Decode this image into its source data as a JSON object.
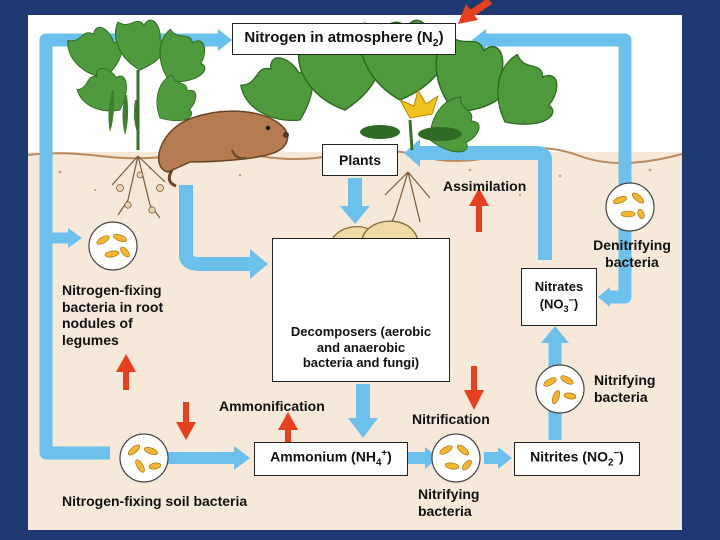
{
  "boxes": {
    "atmosphere": {
      "text": "Nitrogen in atmosphere (N",
      "sub": "2",
      "close": ")"
    },
    "plants": {
      "text": "Plants"
    },
    "decomposers": {
      "line1": "Decomposers (aerobic",
      "line2": "and anaerobic",
      "line3": "bacteria and fungi)"
    },
    "nitrates": {
      "line1": "Nitrates",
      "text": "(NO",
      "sub": "3",
      "sup": "−",
      "close": ")"
    },
    "ammonium": {
      "text": "Ammonium (NH",
      "sub": "4",
      "sup": "+",
      "close": ")"
    },
    "nitrites": {
      "text": "Nitrites (NO",
      "sub": "2",
      "sup": "−",
      "close": ")"
    }
  },
  "labels": {
    "assimilation": "Assimilation",
    "denitrifying": {
      "line1": "Denitrifying",
      "line2": "bacteria"
    },
    "root_nodules": {
      "line1": "Nitrogen-fixing",
      "line2": "bacteria in root",
      "line3": "nodules of",
      "line4": "legumes"
    },
    "nitrifying_right": {
      "line1": "Nitrifying",
      "line2": "bacteria"
    },
    "ammonification": "Ammonification",
    "nitrification": "Nitrification",
    "soil_bacteria": "Nitrogen-fixing soil bacteria",
    "nitrifying_bottom": {
      "line1": "Nitrifying",
      "line2": "bacteria"
    }
  },
  "colors": {
    "slide_background": "#1f3a73",
    "sky": "#ffffff",
    "soil": "#f6e9d9",
    "flow_arrow": "#6cc0ec",
    "highlight_arrow": "#e8401c",
    "leaf": "#4f9a3c",
    "flower": "#f2c21c",
    "mushroom": "#f1d9a8",
    "gopher": "#b57b52",
    "bacteria": "#f4b631"
  }
}
